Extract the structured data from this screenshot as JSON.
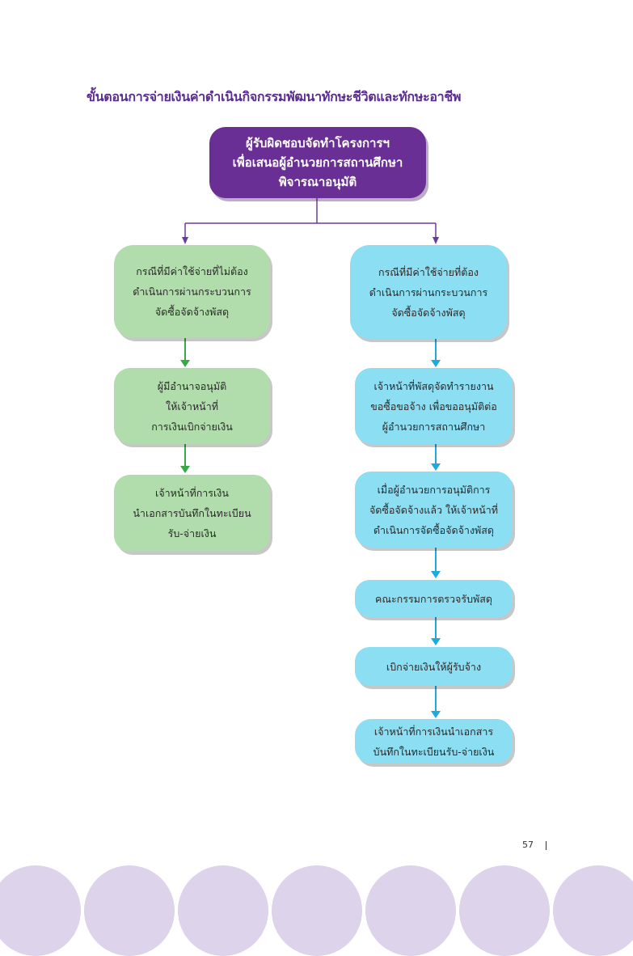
{
  "page": {
    "title": "ขั้นตอนการจ่ายเงินค่าดำเนินกิจกรรมพัฒนาทักษะชีวิตและทักษะอาชีพ",
    "page_number": "57"
  },
  "flowchart": {
    "start": "ผู้รับผิดชอบจัดทำโครงการฯ\nเพื่อเสนอผู้อำนวยการสถานศึกษา\nพิจารณาอนุมัติ",
    "left_branch": [
      "กรณีที่มีค่าใช้จ่ายที่ไม่ต้อง\nดำเนินการผ่านกระบวนการ\nจัดซื้อจัดจ้างพัสดุ",
      "ผู้มีอำนาจอนุมัติ\nให้เจ้าหน้าที่\nการเงินเบิกจ่ายเงิน",
      "เจ้าหน้าที่การเงิน\nนำเอกสารบันทึกในทะเบียน\nรับ-จ่ายเงิน"
    ],
    "right_branch": [
      "กรณีที่มีค่าใช้จ่ายที่ต้อง\nดำเนินการผ่านกระบวนการ\nจัดซื้อจัดจ้างพัสดุ",
      "เจ้าหน้าที่พัสดุจัดทำรายงาน\nขอซื้อขอจ้าง เพื่อขออนุมัติต่อ\nผู้อำนวยการสถานศึกษา",
      "เมื่อผู้อำนวยการอนุมัติการ\nจัดซื้อจัดจ้างแล้ว ให้เจ้าหน้าที่\nดำเนินการจัดซื้อจัดจ้างพัสดุ",
      "คณะกรรมการตรวจรับพัสดุ",
      "เบิกจ่ายเงินให้ผู้รับจ้าง",
      "เจ้าหน้าที่การเงินนำเอกสาร\nบันทึกในทะเบียนรับ-จ่ายเงิน"
    ]
  },
  "colors": {
    "title_purple": "#5b2d8e",
    "start_box": "#6a2f95",
    "left_box_green": "#b1dcab",
    "right_box_blue": "#8cdef3",
    "left_arrow": "#3aa845",
    "right_arrow": "#1fa9dd",
    "split_line": "#6a3d9a",
    "footer_circles": "#ddd3ea"
  }
}
